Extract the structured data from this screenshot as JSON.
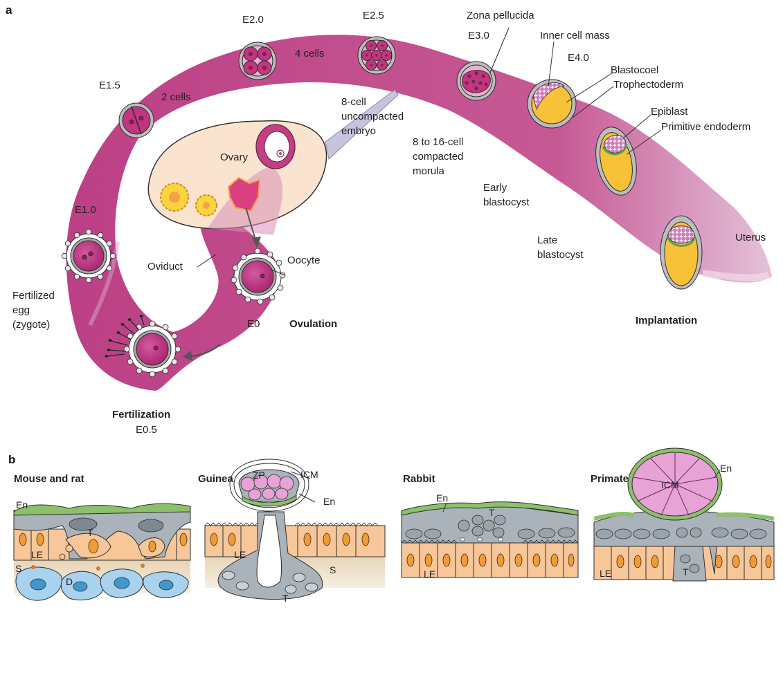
{
  "panel_a": {
    "letter": "a",
    "stages": {
      "e0": "E0",
      "e05": "E0.5",
      "e10": "E1.0",
      "e15": "E1.5",
      "e20": "E2.0",
      "e25": "E2.5",
      "e30": "E3.0",
      "e40": "E4.0"
    },
    "labels": {
      "two_cells": "2 cells",
      "four_cells": "4 cells",
      "eight_cell_1": "8-cell",
      "eight_cell_2": "uncompacted",
      "eight_cell_3": "embryo",
      "zona": "Zona pellucida",
      "icm": "Inner cell mass",
      "blastocoel": "Blastocoel",
      "trophectoderm": "Trophectoderm",
      "epiblast": "Epiblast",
      "prim_endo": "Primitive endoderm",
      "morula_1": "8 to 16-cell",
      "morula_2": "compacted",
      "morula_3": "morula",
      "early_blast_1": "Early",
      "early_blast_2": "blastocyst",
      "late_blast_1": "Late",
      "late_blast_2": "blastocyst",
      "uterus": "Uterus",
      "ovary": "Ovary",
      "oviduct": "Oviduct",
      "oocyte": "Oocyte",
      "fert_egg_1": "Fertilized",
      "fert_egg_2": "egg",
      "fert_egg_3": "(zygote)",
      "ovulation": "Ovulation",
      "fertilization": "Fertilization",
      "implantation": "Implantation"
    }
  },
  "panel_b": {
    "letter": "b",
    "titles": {
      "mouse": "Mouse and rat",
      "guinea": "Guinea pig",
      "rabbit": "Rabbit",
      "primate": "Primate"
    },
    "labels": {
      "en": "En",
      "t": "T",
      "le": "LE",
      "s": "S",
      "d": "D",
      "zp": "ZP",
      "icm": "ICM"
    }
  },
  "colors": {
    "tract": "#b8337f",
    "embryo": "#c2357f",
    "blastocoel": "#f8c238",
    "epithelium": "#f7c79a",
    "trophoblast": "#9aa4ad",
    "decidua": "#a8d2ee",
    "endoderm": "#8cc06a",
    "icm": "#e7a3d6"
  }
}
